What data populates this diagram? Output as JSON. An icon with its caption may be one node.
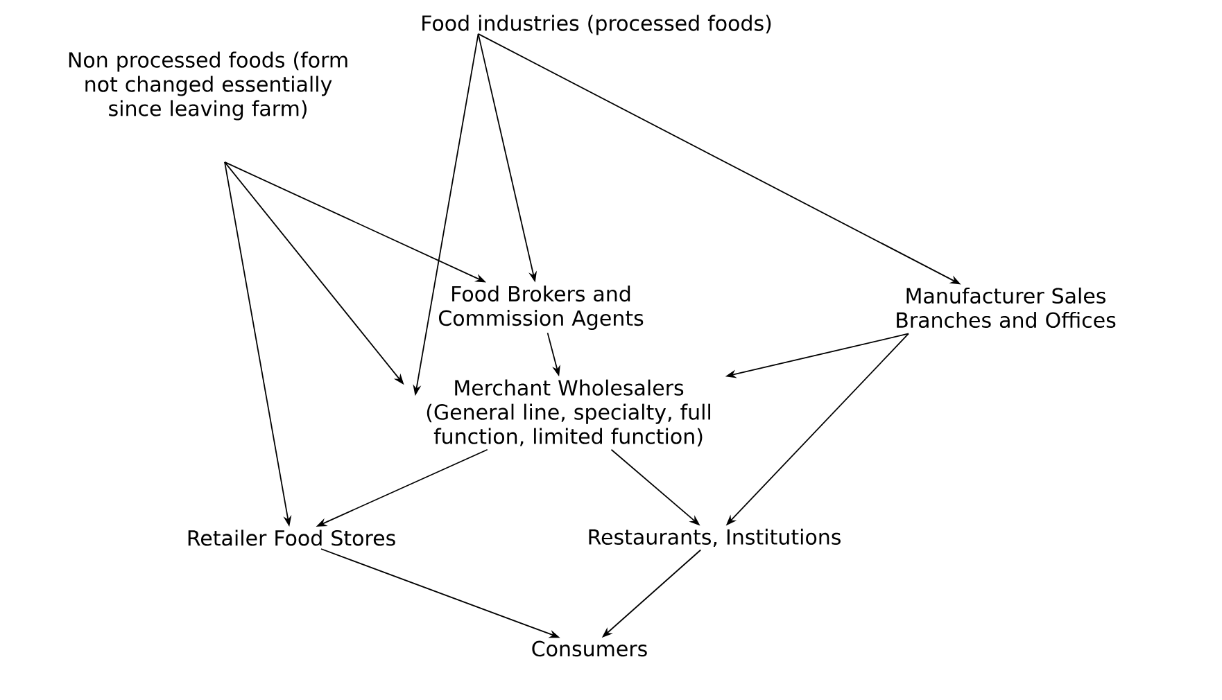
{
  "diagram": {
    "nodes": [
      {
        "text": [
          "Food industries (processed foods)"
        ]
      },
      {
        "text": [
          "Non processed foods (form not changed essentially since leaving farm)"
        ]
      },
      {
        "text": [
          "Food Brokers and Commission Agents"
        ]
      },
      {
        "text": [
          "Manufacturer Sales Branches and Offices"
        ]
      },
      {
        "text": [
          "Merchant Wholesalers",
          "(General line, specialty, full function, limited function)"
        ]
      },
      {
        "text": [
          "Retailer Food Stores"
        ]
      },
      {
        "text": [
          "Restaurants, Institutions"
        ]
      },
      {
        "text": [
          "Consumers"
        ]
      }
    ],
    "edges": [
      {
        "from": 0,
        "to": 2,
        "arrow": "to"
      },
      {
        "from": 0,
        "to": 3,
        "arrow": "to"
      },
      {
        "from": 0,
        "to": 4,
        "arrow": "to"
      },
      {
        "from": 1,
        "to": 2,
        "arrow": "to"
      },
      {
        "from": 1,
        "to": 4,
        "arrow": "to"
      },
      {
        "from": 1,
        "to": 5,
        "arrow": "to"
      },
      {
        "from": 2,
        "to": 4,
        "arrow": "to"
      },
      {
        "from": 3,
        "to": 4,
        "arrow": "to"
      },
      {
        "from": 3,
        "to": 6,
        "arrow": "to"
      },
      {
        "from": 4,
        "to": 5,
        "arrow": "to"
      },
      {
        "from": 4,
        "to": 6,
        "arrow": "to"
      },
      {
        "from": 5,
        "to": 7,
        "arrow": "to"
      },
      {
        "from": 6,
        "to": 7,
        "arrow": "to"
      }
    ]
  }
}
